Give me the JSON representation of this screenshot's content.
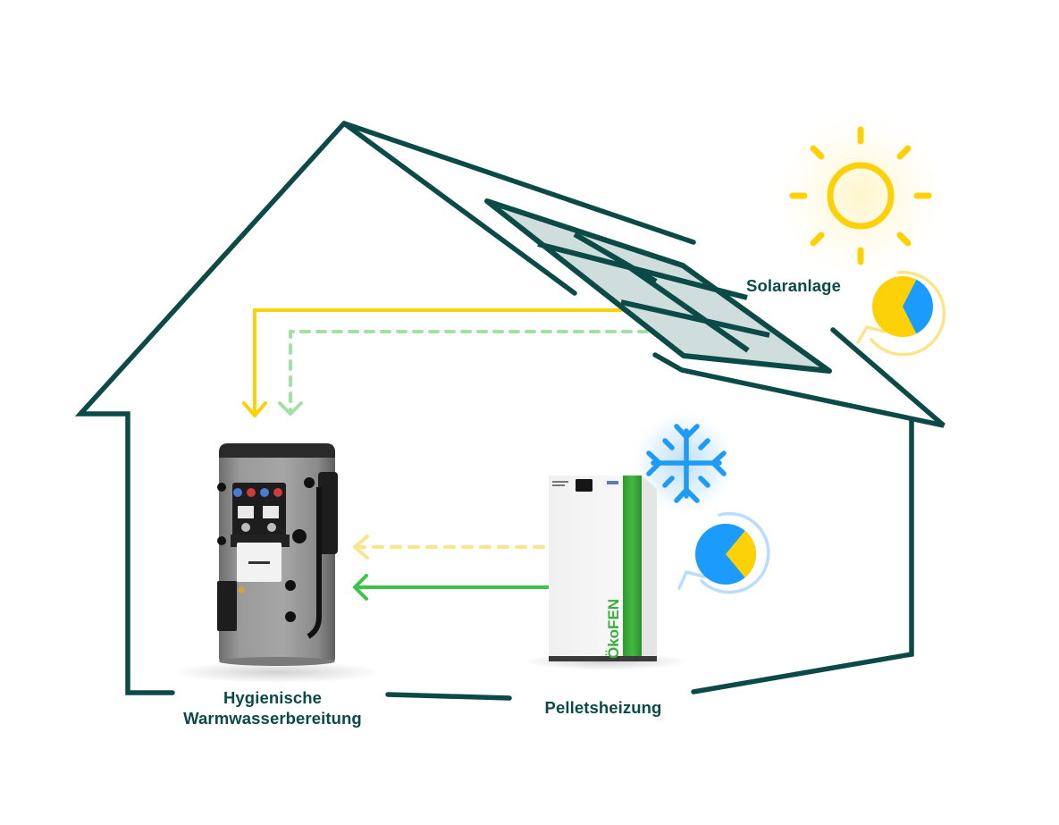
{
  "diagram": {
    "title": "Heizsystem mit Solaranlage und Pelletheizung",
    "colors": {
      "house_outline": "#0b4a47",
      "solar_panel_fill": "#cfdedc",
      "solar_flow": "#fdd108",
      "solar_flow_dashed": "#a3e0a5",
      "heating_flow": "#3cc44a",
      "heating_flow_dashed": "#fbe58c",
      "sun": "#fdd108",
      "snowflake": "#1e9bf5",
      "pie_blue": "#1b9cfc",
      "pie_yellow": "#fdd108"
    },
    "components": [
      {
        "id": "solar",
        "label": "Solaranlage",
        "share_chart": {
          "primary": "solar",
          "solar_share_percent": 65,
          "other_share_percent": 35
        }
      },
      {
        "id": "hot_water",
        "label_line1": "Hygienische",
        "label_line2": "Warmwasserbereitung"
      },
      {
        "id": "pellet",
        "label": "Pelletsheizung",
        "brand": "ÖkoFEN",
        "share_chart": {
          "primary": "pellet",
          "pellet_share_percent": 72,
          "solar_share_percent": 28
        }
      }
    ],
    "flows": [
      {
        "from": "solar",
        "to": "hot_water",
        "style": "solid",
        "color_key": "solar_flow"
      },
      {
        "from": "solar",
        "to": "hot_water",
        "style": "dashed",
        "color_key": "solar_flow_dashed"
      },
      {
        "from": "pellet",
        "to": "hot_water",
        "style": "dashed",
        "color_key": "heating_flow_dashed"
      },
      {
        "from": "pellet",
        "to": "hot_water",
        "style": "solid",
        "color_key": "heating_flow"
      }
    ],
    "icons": [
      "sun-icon",
      "snowflake-icon",
      "pie-chart-solar-icon",
      "pie-chart-pellet-icon",
      "cycle-arrow-icon"
    ]
  }
}
